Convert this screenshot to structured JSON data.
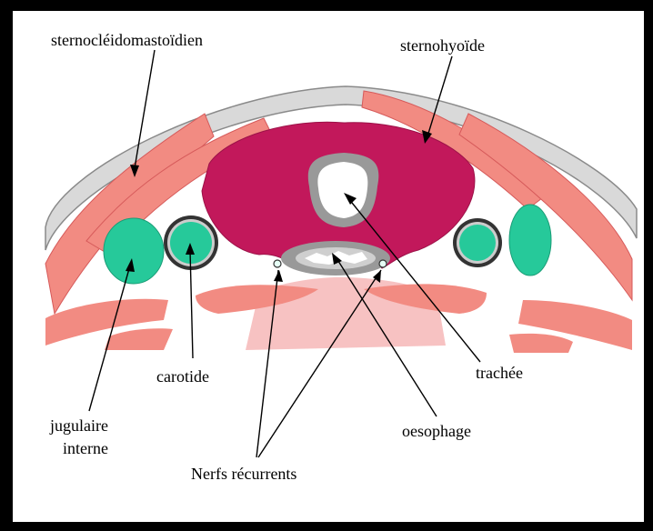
{
  "labels": {
    "scm": "sternocléidomastoïdien",
    "sternohyoid": "sternohyoïde",
    "carotid": "carotide",
    "trachea": "trachée",
    "jugular_line1": "jugulaire",
    "jugular_line2": "interne",
    "esophagus": "oesophage",
    "recurrent_nerves": "Nerfs récurrents"
  },
  "colors": {
    "frame": "#000000",
    "background": "#ffffff",
    "skin": "#d9d9d9",
    "skin_outline": "#8a8a8a",
    "muscle": "#f28b82",
    "muscle_dark": "#d65a5a",
    "prevertebral": "#f7c2c2",
    "thyroid": "#c2185b",
    "vessel": "#26c99a",
    "vessel_ring": "#333333",
    "trachea_wall": "#999999"
  }
}
